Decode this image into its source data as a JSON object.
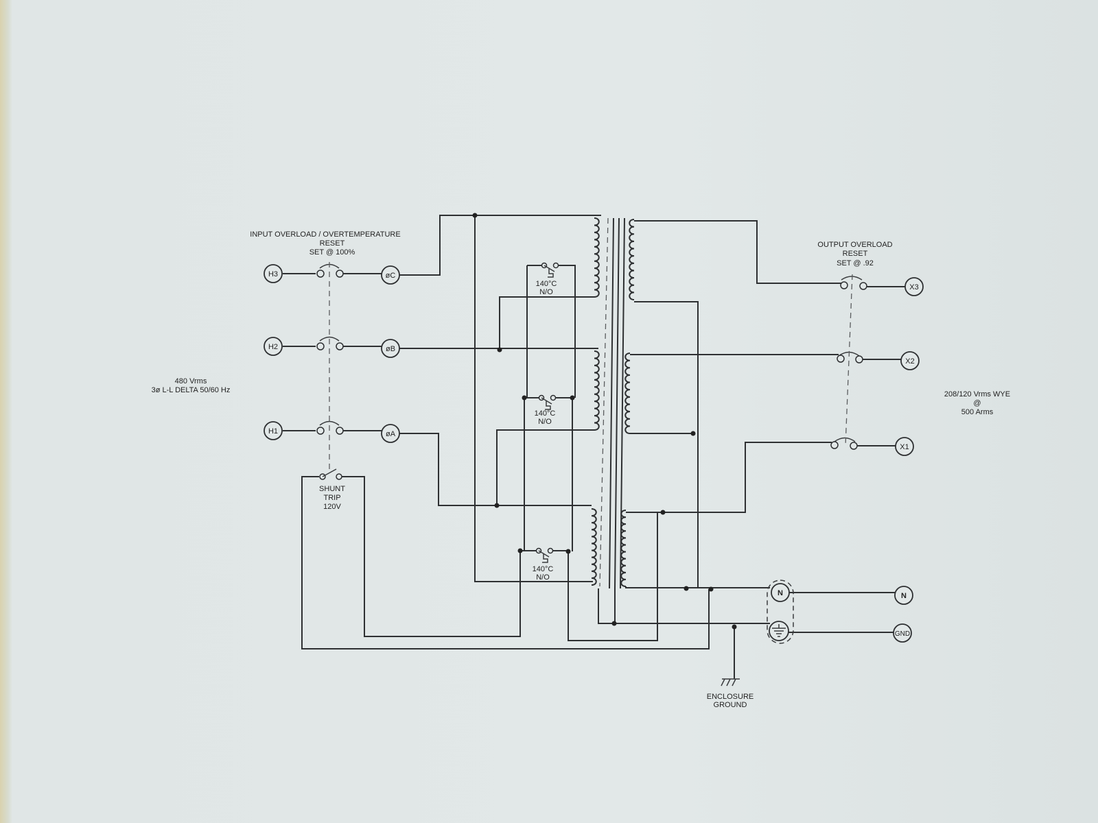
{
  "input_breaker": {
    "title": "INPUT OVERLOAD / OVERTEMPERATURE",
    "line2": "RESET",
    "line3": "SET @ 100%"
  },
  "output_breaker": {
    "title": "OUTPUT OVERLOAD",
    "line2": "RESET",
    "line3": "SET @ .92"
  },
  "input_spec": {
    "line1": "480 Vrms",
    "line2": "3ø L-L DELTA  50/60 Hz"
  },
  "output_spec": {
    "line1": "208/120 Vrms WYE",
    "line2": "@",
    "line3": "500 Arms"
  },
  "input_terminals": [
    "H3",
    "H2",
    "H1"
  ],
  "phase_terminals": [
    "øC",
    "øB",
    "øA"
  ],
  "output_terminals": [
    "X3",
    "X2",
    "X1"
  ],
  "neutral_terminal": "N",
  "ground_terminal": "GND",
  "bus_neutral": "N",
  "thermal_switches": [
    {
      "temp": "140°C",
      "type": "N/O"
    },
    {
      "temp": "140°C",
      "type": "N/O"
    },
    {
      "temp": "140°C",
      "type": "N/O"
    }
  ],
  "shunt_trip": {
    "line1": "SHUNT",
    "line2": "TRIP",
    "line3": "120V"
  },
  "enclosure_ground": {
    "line1": "ENCLOSURE",
    "line2": "GROUND"
  }
}
